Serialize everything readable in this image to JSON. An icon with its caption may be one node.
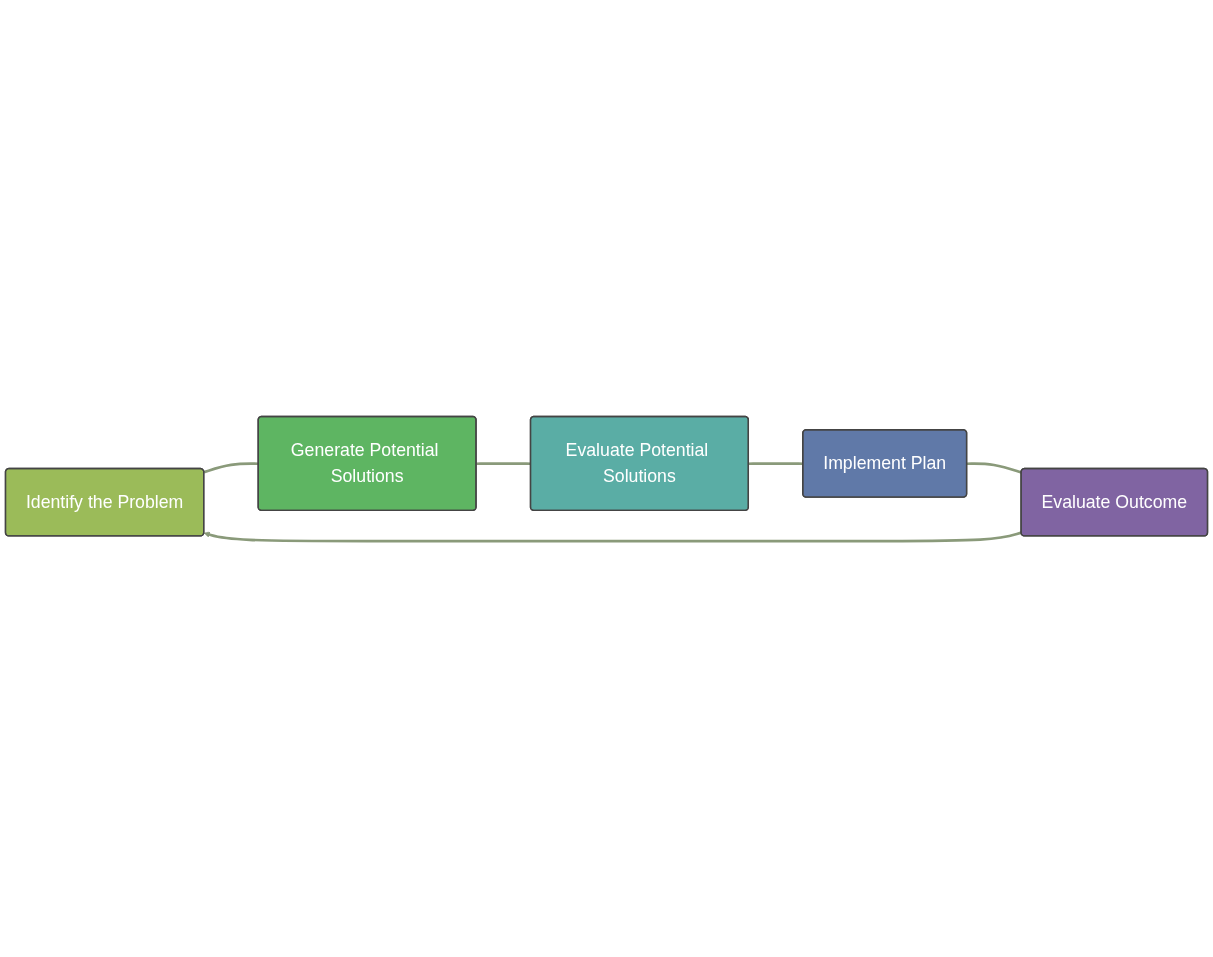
{
  "diagram": {
    "nodes": [
      {
        "text": [
          "Identify the Problem"
        ]
      },
      {
        "text": [
          "Generate Potential Solutions"
        ]
      },
      {
        "text": [
          "Evaluate Potential Solutions"
        ]
      },
      {
        "text": [
          "Implement Plan"
        ]
      },
      {
        "text": [
          "Evaluate Outcome"
        ]
      }
    ],
    "edges": [
      {
        "from": 0,
        "to": 1,
        "arrow": "none"
      },
      {
        "from": 1,
        "to": 2,
        "arrow": "none"
      },
      {
        "from": 2,
        "to": 3,
        "arrow": "none"
      },
      {
        "from": 3,
        "to": 4,
        "arrow": "none"
      },
      {
        "from": 4,
        "to": 0,
        "arrow": "to"
      }
    ]
  }
}
